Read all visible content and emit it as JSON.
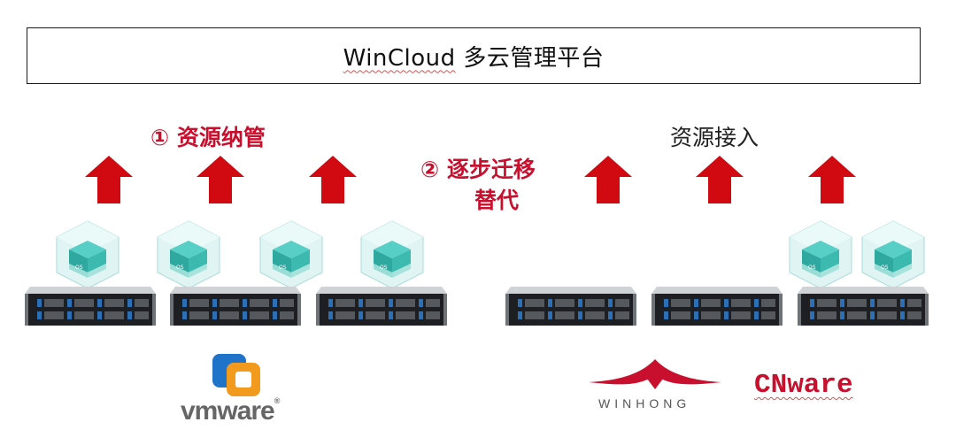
{
  "title": {
    "prefix": "WinCloud",
    "suffix": " 多云管理平台"
  },
  "labels": {
    "managed": "① 资源纳管",
    "migrate_line1": "② 逐步迁移",
    "migrate_line2": "替代",
    "access": "资源接入"
  },
  "logos": {
    "vmware": "vmware",
    "winhong": "WINHONG",
    "cnware": "CNware"
  },
  "cube_label": "OS",
  "colors": {
    "accent_red": "#c8102e",
    "arrow_red": "#d10a11",
    "cube_teal": "#4fc7c0"
  }
}
